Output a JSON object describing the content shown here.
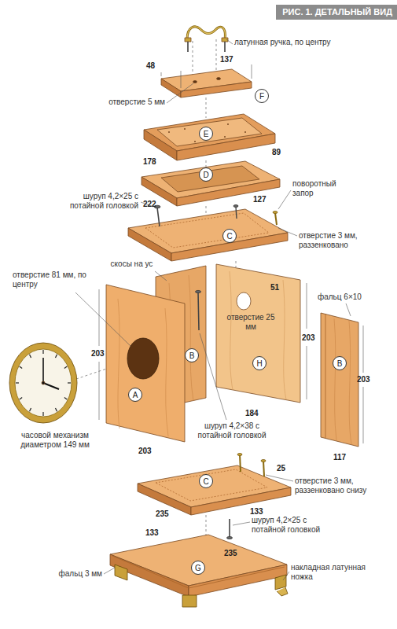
{
  "diagram": {
    "title": "РИС. 1. ДЕТАЛЬНЫЙ ВИД",
    "nodes": [
      {
        "text": [
          "F"
        ]
      },
      {
        "text": [
          "E"
        ]
      },
      {
        "text": [
          "D"
        ]
      },
      {
        "text": [
          "C"
        ]
      },
      {
        "text": [
          "A"
        ]
      },
      {
        "text": [
          "B"
        ]
      },
      {
        "text": [
          "H"
        ]
      },
      {
        "text": [
          "B"
        ]
      },
      {
        "text": [
          "C"
        ]
      },
      {
        "text": [
          "G"
        ]
      }
    ],
    "labels": [
      "латунная ручка, по центру",
      "48",
      "137",
      "отверстие 5 мм",
      "178",
      "89",
      "222",
      "127",
      "шуруп 4,2×25 с потайной головкой",
      "поворотный запор",
      "отверстие 3 мм, раззенковано",
      "скосы на ус",
      "отверстие 81 мм, по центру",
      "203",
      "203",
      "51",
      "отверстие 25 мм",
      "203",
      "184",
      "фальц 6×10",
      "203",
      "117",
      "шуруп 4,2×38 с потайной головкой",
      "часовой механизм диаметром 149 мм",
      "25",
      "235",
      "133",
      "отверстие 3 мм, раззенковано снизу",
      "шуруп 4,2×25 с потайной головкой",
      "133",
      "235",
      "фальц 3 мм",
      "накладная латунная ножка"
    ]
  }
}
